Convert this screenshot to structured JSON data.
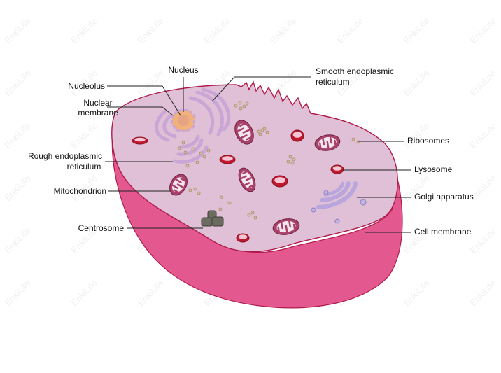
{
  "watermark": "EnkiLife",
  "colors": {
    "cytoplasm": "#dfc0d6",
    "membrane_side": "#e2588f",
    "membrane_outline": "#b01a4a",
    "er": "#c9a6d6",
    "mitochondrion": "#a8426a",
    "lysosome": "#c0182c",
    "golgi": "#b8a6dd",
    "nucleolus": "#f0b27a",
    "ribosome": "#c9a486",
    "centrosome": "#6b6b60"
  },
  "labels": {
    "nucleus": "Nucleus",
    "nucleolus": "Nucleolus",
    "nuclear_membrane": [
      "Nuclear",
      "membrane"
    ],
    "smooth_er": [
      "Smooth endoplasmic",
      "reticulum"
    ],
    "rough_er": [
      "Rough endoplasmic",
      "reticulum"
    ],
    "mitochondrion": "Mitochondrion",
    "centrosome": "Centrosome",
    "ribosomes": "Ribosomes",
    "lysosome": "Lysosome",
    "golgi": "Golgi apparatus",
    "cell_membrane": "Cell membrane"
  }
}
